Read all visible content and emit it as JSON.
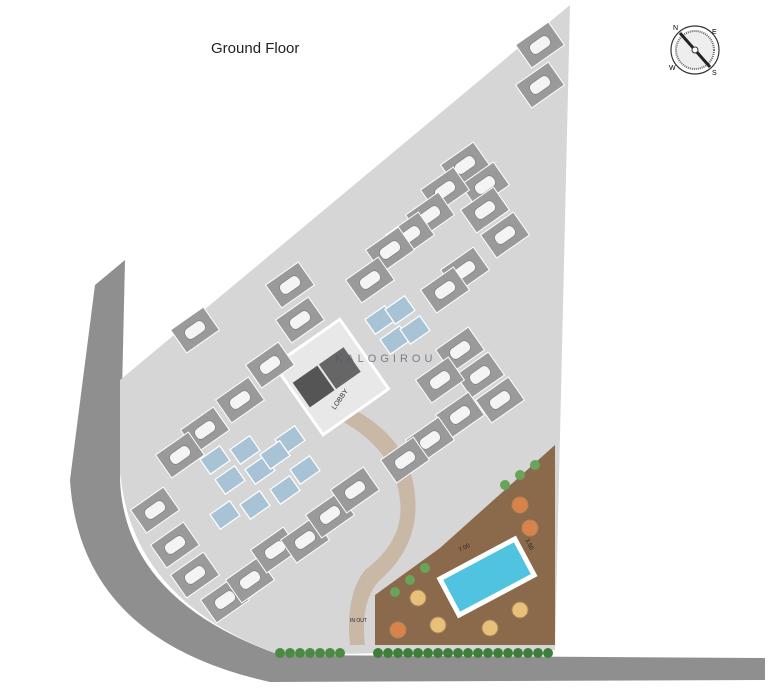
{
  "title": "Ground Floor",
  "labels": {
    "lobby": "LOBBY",
    "in_out": "IN OUT",
    "pool_length": "7.00",
    "pool_width": "3.50",
    "watermark": "KALOGIROU"
  },
  "compass": {
    "n": "N",
    "e": "E",
    "s": "S",
    "w": "W"
  },
  "colors": {
    "paving": "#d6d6d6",
    "road": "#8f8f8f",
    "parking_bay": "#9a9a9a",
    "storage": "#a9c3d6",
    "deck": "#8b6a4c",
    "pool": "#4fc3e0",
    "path": "#c9b8a6"
  }
}
